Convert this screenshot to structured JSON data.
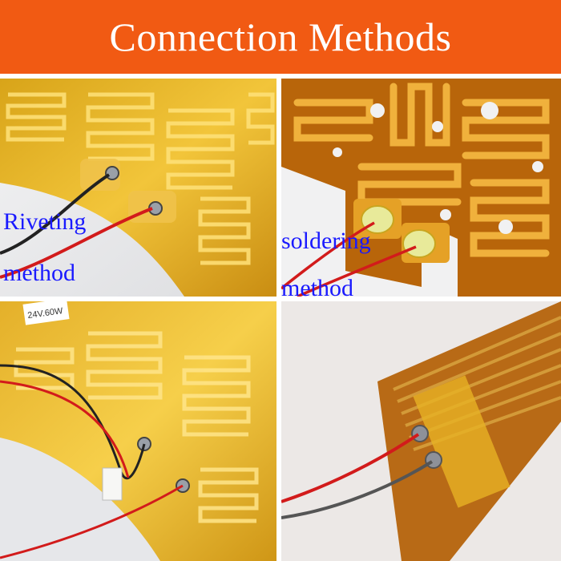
{
  "banner": {
    "title": "Connection Methods",
    "background": "#f15a13",
    "text_color": "#ffffff"
  },
  "captions": {
    "riveting_line1": "Riveting",
    "riveting_line2": "method",
    "soldering_line1": "soldering",
    "soldering_line2": "method",
    "color": "#1a1aff"
  },
  "panels": {
    "top_left_label": "",
    "bottom_left_sticker": "24V.60W"
  }
}
